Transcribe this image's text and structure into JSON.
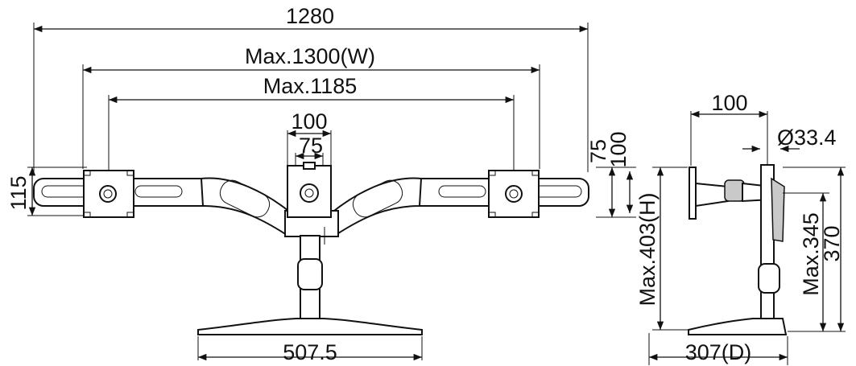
{
  "front_view": {
    "dims": {
      "overall_width": "1280",
      "max_width": "Max.1300(W)",
      "max_span": "Max.1185",
      "vesa_100": "100",
      "vesa_75": "75",
      "arm_height": "115",
      "base_width": "507.5"
    }
  },
  "side_view": {
    "dims": {
      "vesa_100": "100",
      "vesa_75": "75",
      "vesa_100_vertical": "100",
      "pole_diameter": "Ø33.4",
      "max_height": "Max.403(H)",
      "max_345": "Max.345",
      "height_370": "370",
      "depth": "307(D)"
    }
  }
}
